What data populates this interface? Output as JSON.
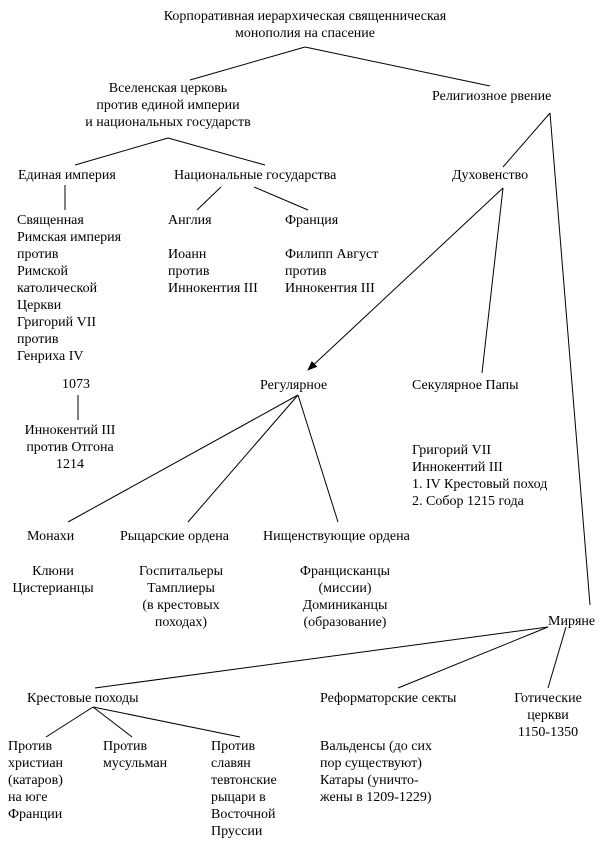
{
  "nodes": {
    "root": [
      "Корпоративная иерархическая священническая",
      "монополия на спасение"
    ],
    "universal_church": [
      "Вселенская церковь",
      "против единой империи",
      "и национальных государств"
    ],
    "religious_zeal": [
      "Религиозное рвение"
    ],
    "single_empire": [
      "Единая империя"
    ],
    "national_states": [
      "Национальные государства"
    ],
    "clergy": [
      "Духовенство"
    ],
    "single_empire_detail": [
      "Священная",
      "Римская империя",
      "против",
      "Римской",
      "католической",
      "Церкви",
      "Григорий VII",
      "против",
      "Генриха IV"
    ],
    "year_1073": [
      "1073"
    ],
    "innocent_vs_otto": [
      "Иннокентий III",
      "против Отгона",
      "1214"
    ],
    "england": [
      "Англия"
    ],
    "england_detail": [
      "Иоанн",
      "против",
      "Иннокентия III"
    ],
    "france": [
      "Франция"
    ],
    "france_detail": [
      "Филипп Август",
      "против",
      "Иннокентия III"
    ],
    "regular": [
      "Регулярное"
    ],
    "secular": [
      "Секулярное Папы"
    ],
    "popes_detail": [
      "Григорий VII",
      "Иннокентий III",
      "1.  IV Крестовый поход",
      "2.  Собор 1215 года"
    ],
    "monks": [
      "Монахи"
    ],
    "monks_detail": [
      "Клюни",
      "Цистерианцы"
    ],
    "knight_orders": [
      "Рыцарские ордена"
    ],
    "knight_orders_detail": [
      "Госпитальеры",
      "Тамплиеры",
      "(в крестовых",
      "походах)"
    ],
    "mendicant_orders": [
      "Нищенствующие ордена"
    ],
    "mendicant_detail": [
      "Францисканцы",
      "(миссии)",
      "Доминиканцы",
      "(образование)"
    ],
    "laity": [
      "Миряне"
    ],
    "crusades": [
      "Крестовые походы"
    ],
    "reform_sects": [
      "Реформаторские секты"
    ],
    "gothic": [
      "Готические",
      "церкви",
      "1150-1350"
    ],
    "vs_christians": [
      "Против",
      "христиан",
      "(катаров)",
      "на юге",
      "Франции"
    ],
    "vs_muslims": [
      "Против",
      "мусульман"
    ],
    "vs_slavs": [
      "Против",
      "славян",
      "тевтонские",
      "рыцари в",
      "Восточной",
      "Пруссии"
    ],
    "sects_detail": [
      "Вальденсы (до сих",
      "пор существуют)",
      "Катары     (уничто-",
      "жены в 1209-1229)"
    ]
  },
  "line_color": "#000000"
}
